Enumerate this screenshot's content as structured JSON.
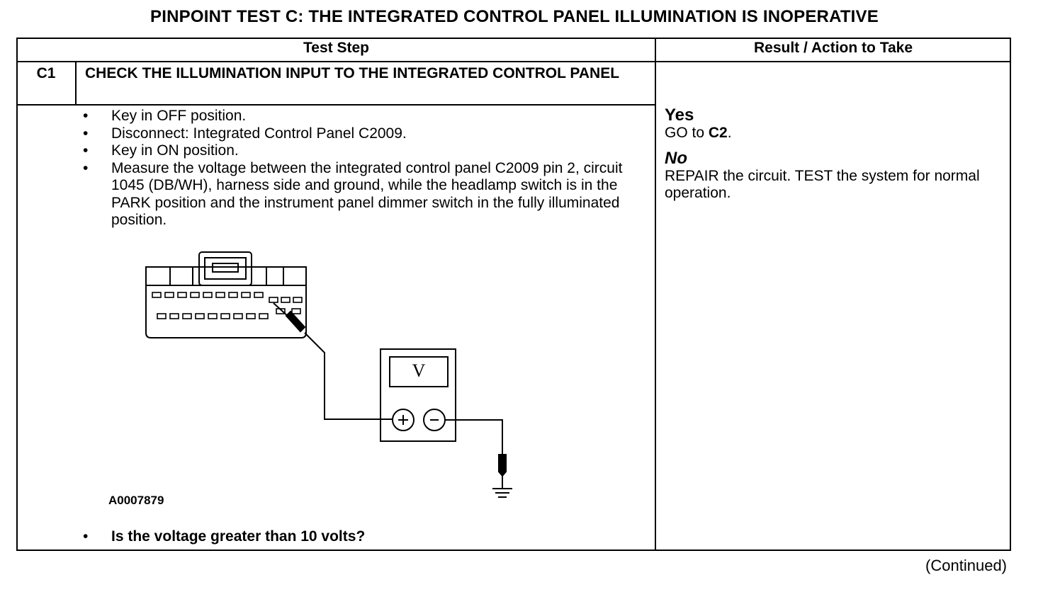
{
  "title": "PINPOINT TEST C: THE INTEGRATED CONTROL PANEL ILLUMINATION IS INOPERATIVE",
  "table": {
    "col_test_step": "Test Step",
    "col_result": "Result / Action to Take"
  },
  "step": {
    "id": "C1",
    "title": "CHECK THE ILLUMINATION INPUT TO THE INTEGRATED CONTROL PANEL",
    "instructions": [
      "Key in OFF position.",
      "Disconnect: Integrated Control Panel C2009.",
      "Key in ON position.",
      "Measure the voltage between the integrated control panel C2009 pin 2, circuit 1045 (DB/WH), harness side and ground, while the headlamp switch is in the PARK position and the instrument panel dimmer switch in the fully illuminated position."
    ],
    "figure_id": "A0007879",
    "meter_symbol": "V",
    "question": "Is the voltage greater than 10 volts?"
  },
  "results": {
    "yes_label": "Yes",
    "yes_action_prefix": "GO to ",
    "yes_action_target": "C2",
    "yes_action_suffix": ".",
    "no_label": "No",
    "no_action": "REPAIR the circuit. TEST the system for normal operation."
  },
  "continued": "(Continued)"
}
